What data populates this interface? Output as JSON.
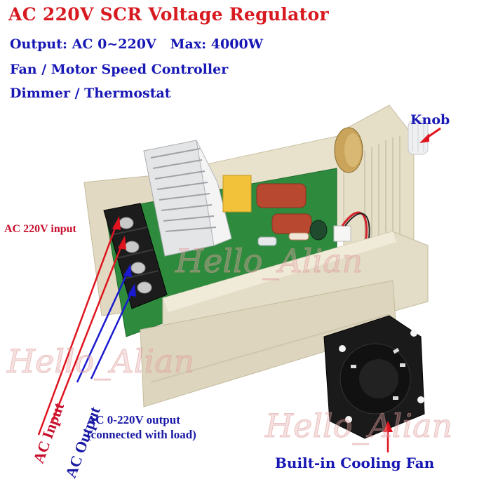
{
  "header": {
    "title": "AC 220V SCR Voltage Regulator",
    "subtitle_lines": [
      "Output: AC 0~220V   Max: 4000W",
      "Fan / Motor Speed Controller",
      "Dimmer / Thermostat"
    ]
  },
  "annotations": {
    "knob": "Knob",
    "ac_220v_input": "AC 220V input",
    "ac_input": "AC Input",
    "ac_output": "AC Output",
    "output_note_line1": "AC 0-220V output",
    "output_note_line2": "(connected with load)",
    "cooling_fan": "Built-in Cooling Fan"
  },
  "watermark": {
    "text": "Hello_Alian"
  },
  "colors": {
    "title_red": "#d71920",
    "subtitle_blue": "#1717b5",
    "arrow_red": "#e0141e",
    "arrow_blue": "#1a1ad0",
    "housing_beige": "#e3dcc6",
    "pcb_green": "#2e8b3e",
    "heatsink_silver": "#d9dadc",
    "terminal_black": "#1c1c1c",
    "fan_black": "#1a1a1a"
  }
}
